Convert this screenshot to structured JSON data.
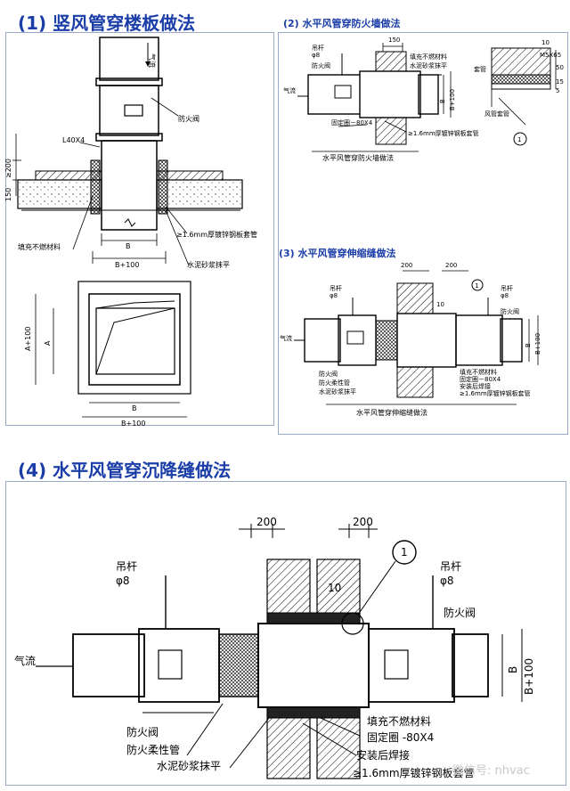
{
  "titles": {
    "t1": "(1) 竖风管穿楼板做法",
    "t2": "(2) 水平风管穿防火墙做法",
    "t3": "(3) 水平风管穿伸缩缝做法",
    "t4": "(4) 水平风管穿沉降缝做法"
  },
  "fig1": {
    "airflow": "气流",
    "damper": "防火阀",
    "angle": "L40X4",
    "dim_200": "≥200",
    "dim_150": "150",
    "sleeve": "≥1.6mm厚镀锌钢板套管",
    "fill": "填充不燃材料",
    "b": "B",
    "b100": "B+100",
    "mortar": "水泥砂浆抹平",
    "a": "A",
    "a100": "A+100"
  },
  "fig2": {
    "dim_150": "150",
    "hanger": "吊杆",
    "phi8": "φ8",
    "damper": "防火阀",
    "airflow": "气流",
    "fill": "填充不燃材料",
    "flexible": "水泥砂浆抹平",
    "b": "B",
    "b100": "B+100",
    "ring": "固定圈－80X4",
    "sleeve": "≥1.6mm厚镀锌钢板套管",
    "caption": "水平风管穿防火墙做法",
    "d10": "10",
    "bolt": "M5X65",
    "d50": "50",
    "d15": "15",
    "d5": "5",
    "sleeve_small": "套管",
    "flexible_pipe": "风管套管",
    "circle": "1"
  },
  "fig3": {
    "d200a": "200",
    "d200b": "200",
    "circle": "1",
    "hanger": "吊杆",
    "phi8": "φ8",
    "d10": "10",
    "damper": "防火阀",
    "airflow": "气流",
    "b": "B",
    "b100": "B+100",
    "fill": "填充不燃材料",
    "ring": "固定圈－80X4",
    "weld": "安装后焊接",
    "sleeve": "≥1.6mm厚镀锌钢板套管",
    "damper2": "防火阀",
    "flex": "防火柔性管",
    "mortar": "水泥砂浆抹平",
    "caption": "水平风管穿伸缩缝做法"
  },
  "fig4": {
    "d200a": "200",
    "d200b": "200",
    "circle": "1",
    "hanger_l": "吊杆",
    "phi8_l": "φ8",
    "hanger_r": "吊杆",
    "phi8_r": "φ8",
    "d10": "10",
    "damper_r": "防火阀",
    "airflow": "气流",
    "b": "B",
    "b100": "B+100",
    "damper_l": "防火阀",
    "flex": "防火柔性管",
    "mortar": "水泥砂浆抹平",
    "fill": "填充不燃材料",
    "ring": "固定圈 -80X4",
    "weld": "安装后焊接",
    "sleeve": "≥1.6mm厚镀锌钢板套管"
  },
  "watermark": "微信号: nhvac"
}
